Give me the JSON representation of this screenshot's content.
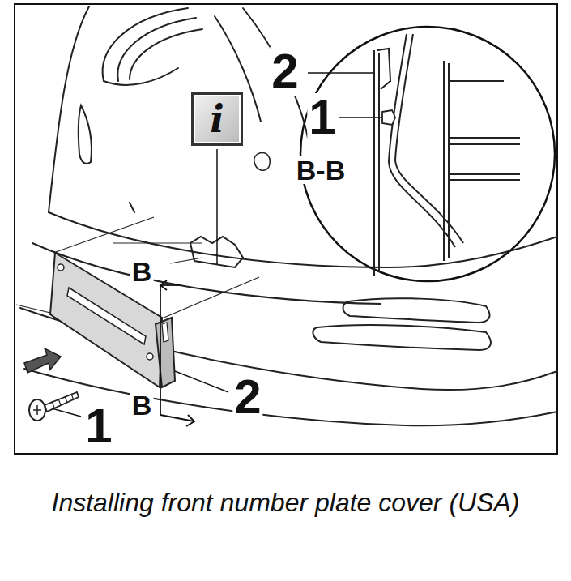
{
  "diagram": {
    "caption": "Installing front number plate cover (USA)",
    "nodes": [
      {
        "text": [
          "i"
        ]
      }
    ],
    "labels": [
      "2",
      "1",
      "B-B",
      "B",
      "B",
      "2",
      "1"
    ]
  }
}
